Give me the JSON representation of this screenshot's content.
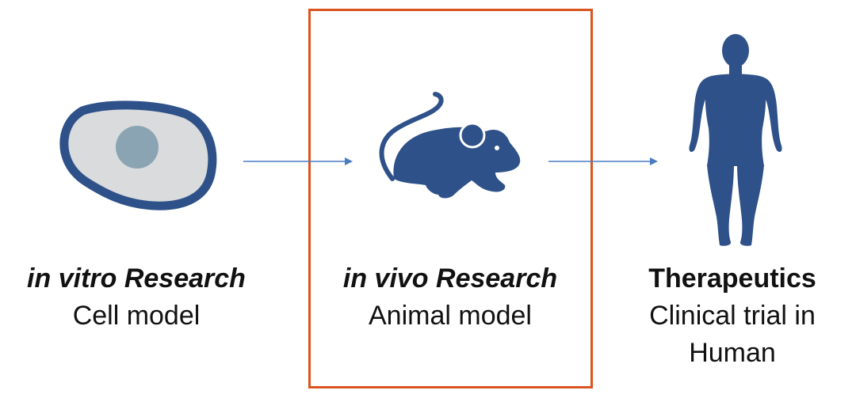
{
  "colors": {
    "icon_blue": "#2e5189",
    "cell_fill": "#d9dbdc",
    "nucleus": "#8ba4b4",
    "arrow": "#4a7cc0",
    "highlight_border": "#d9541e"
  },
  "stages": [
    {
      "icon": "cell-icon",
      "title": "in vitro Research",
      "subtitle": "Cell model"
    },
    {
      "icon": "mouse-icon",
      "title": "in vivo Research",
      "subtitle": "Animal model"
    },
    {
      "icon": "human-body-icon",
      "title": "Therapeutics",
      "subtitle_line1": "Clinical trial in",
      "subtitle_line2": "Human"
    }
  ]
}
